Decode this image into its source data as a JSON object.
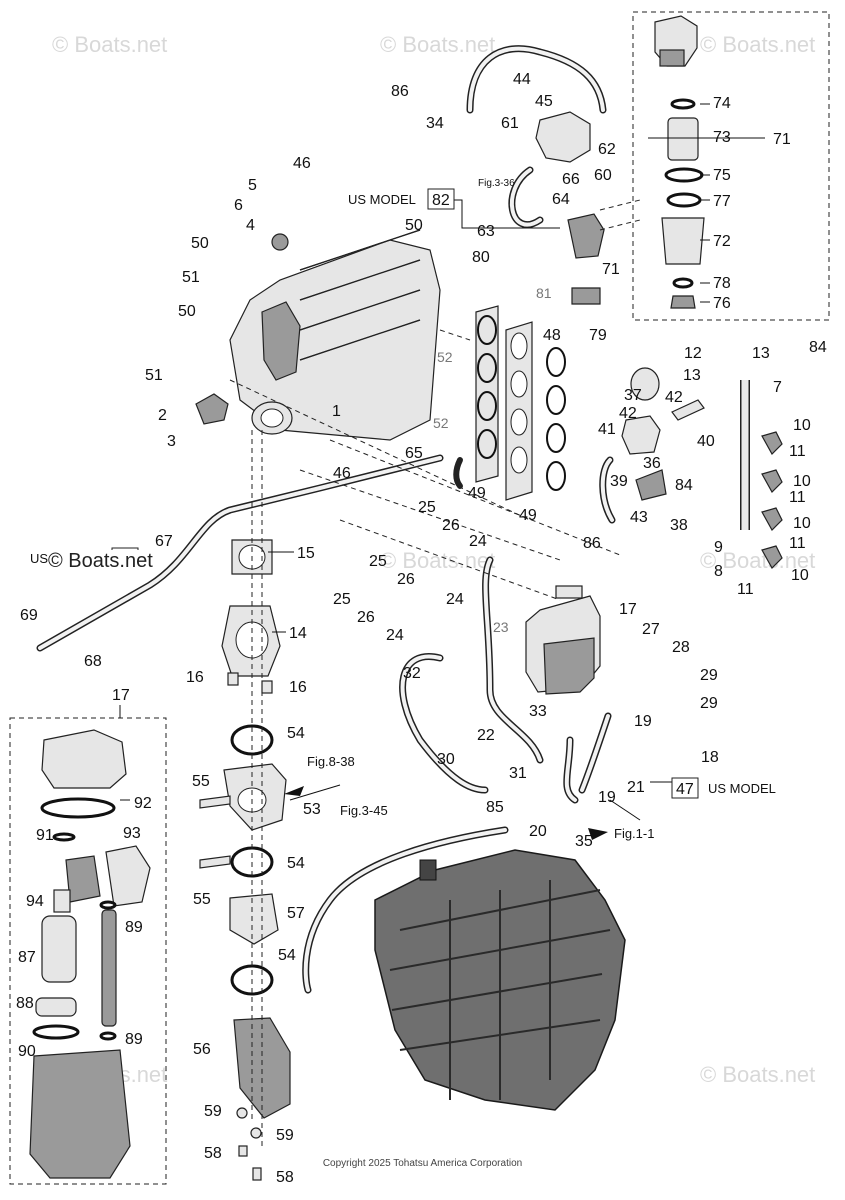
{
  "watermarks": {
    "brand": "© Boats.net",
    "brand_partial": "© Boats.net"
  },
  "labels": {
    "us_model": "US MODEL",
    "us_model_82": "82",
    "us_model_47": "47",
    "us_model_left": "US MODEL",
    "fig_8_38": "Fig.8-38",
    "fig_3_45": "Fig.3-45",
    "fig_1_1": "Fig.1-1",
    "fig_3_36": "Fig.3-36"
  },
  "callouts": {
    "c1": "1",
    "c2": "2",
    "c3": "3",
    "c4": "4",
    "c5": "5",
    "c6": "6",
    "c7": "7",
    "c8": "8",
    "c9": "9",
    "c10a": "10",
    "c10b": "10",
    "c10c": "10",
    "c10d": "10",
    "c11a": "11",
    "c11b": "11",
    "c11c": "11",
    "c11d": "11",
    "c12": "12",
    "c13a": "13",
    "c13b": "13",
    "c14": "14",
    "c15": "15",
    "c16a": "16",
    "c16b": "16",
    "c17a": "17",
    "c17b": "17",
    "c18": "18",
    "c19a": "19",
    "c19b": "19",
    "c20": "20",
    "c21": "21",
    "c22": "22",
    "c23": "23",
    "c24a": "24",
    "c24b": "24",
    "c24c": "24",
    "c25a": "25",
    "c25b": "25",
    "c25c": "25",
    "c26a": "26",
    "c26b": "26",
    "c26c": "26",
    "c27": "27",
    "c28": "28",
    "c29a": "29",
    "c29b": "29",
    "c30": "30",
    "c31": "31",
    "c32": "32",
    "c33": "33",
    "c34": "34",
    "c35": "35",
    "c36": "36",
    "c37": "37",
    "c38": "38",
    "c39": "39",
    "c40": "40",
    "c41": "41",
    "c42a": "42",
    "c42b": "42",
    "c43": "43",
    "c44": "44",
    "c45": "45",
    "c46a": "46",
    "c46b": "46",
    "c48": "48",
    "c49a": "49",
    "c49b": "49",
    "c50a": "50",
    "c50b": "50",
    "c50c": "50",
    "c51a": "51",
    "c51b": "51",
    "c52a": "52",
    "c52b": "52",
    "c53": "53",
    "c54a": "54",
    "c54b": "54",
    "c54c": "54",
    "c55a": "55",
    "c55b": "55",
    "c56": "56",
    "c57": "57",
    "c58a": "58",
    "c58b": "58",
    "c59a": "59",
    "c59b": "59",
    "c60": "60",
    "c61": "61",
    "c62": "62",
    "c63": "63",
    "c64": "64",
    "c65": "65",
    "c66": "66",
    "c67": "67",
    "c68": "68",
    "c69": "69",
    "c71a": "71",
    "c71b": "71",
    "c72": "72",
    "c73": "73",
    "c74": "74",
    "c75": "75",
    "c76": "76",
    "c77": "77",
    "c78": "78",
    "c79": "79",
    "c80": "80",
    "c81": "81",
    "c84a": "84",
    "c84b": "84",
    "c85": "85",
    "c86a": "86",
    "c86b": "86",
    "c87": "87",
    "c88": "88",
    "c89a": "89",
    "c89b": "89",
    "c90": "90",
    "c91": "91",
    "c92": "92",
    "c93": "93",
    "c94": "94"
  },
  "footer": {
    "copyright": "Copyright 2025 Tohatsu America Corporation"
  }
}
